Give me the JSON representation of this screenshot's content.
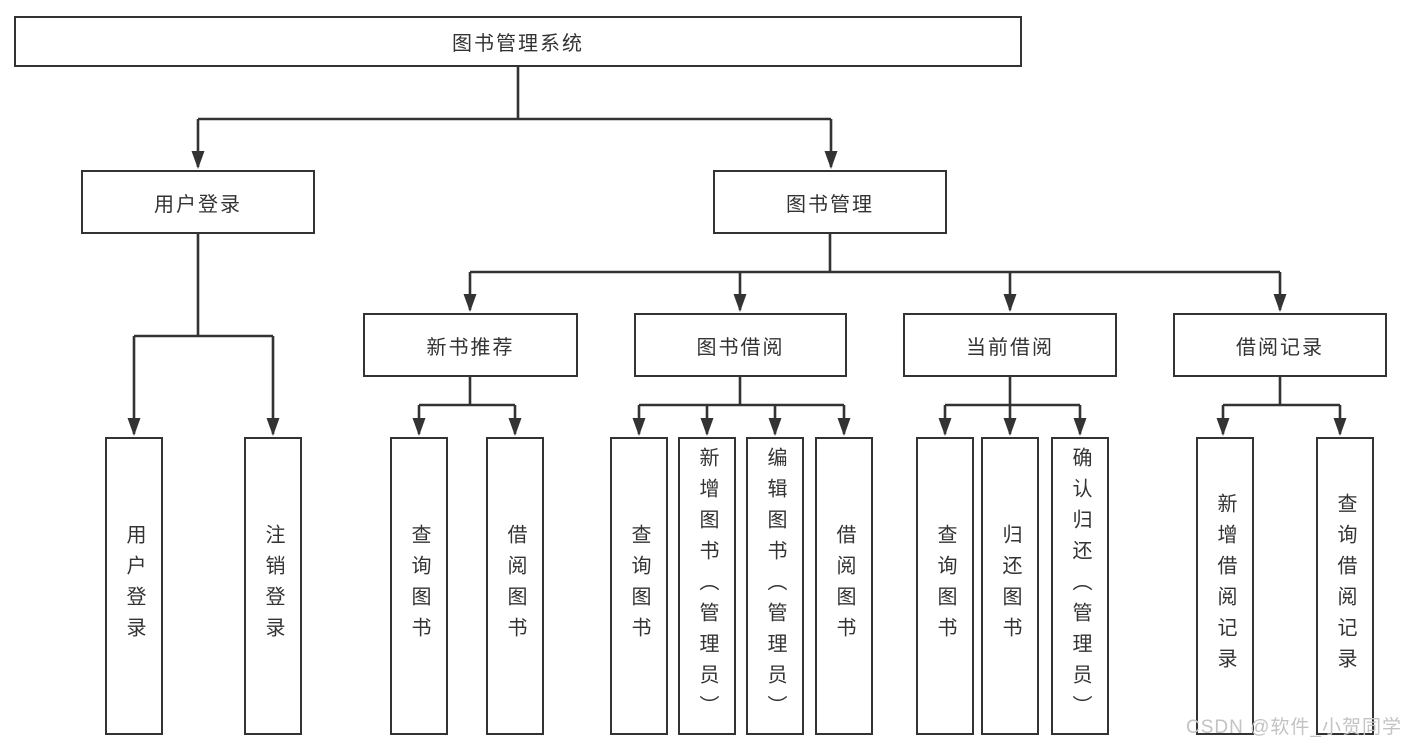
{
  "diagram": {
    "type": "hierarchy-tree",
    "tree": {
      "root": {
        "label": "图书管理系统"
      },
      "children": [
        {
          "label": "用户登录",
          "children": [
            {
              "label": "用户登录"
            },
            {
              "label": "注销登录"
            }
          ]
        },
        {
          "label": "图书管理",
          "children": [
            {
              "label": "新书推荐",
              "children": [
                {
                  "label": "查询图书"
                },
                {
                  "label": "借阅图书"
                }
              ]
            },
            {
              "label": "图书借阅",
              "children": [
                {
                  "label": "查询图书"
                },
                {
                  "label": "新增图书（管理员）"
                },
                {
                  "label": "编辑图书（管理员）"
                },
                {
                  "label": "借阅图书"
                }
              ]
            },
            {
              "label": "当前借阅",
              "children": [
                {
                  "label": "查询图书"
                },
                {
                  "label": "归还图书"
                },
                {
                  "label": "确认归还（管理员）"
                }
              ]
            },
            {
              "label": "借阅记录",
              "children": [
                {
                  "label": "新增借阅记录"
                },
                {
                  "label": "查询借阅记录"
                }
              ]
            }
          ]
        }
      ]
    }
  },
  "watermark": {
    "text": "CSDN @软件_小贺同学"
  },
  "colors": {
    "line": "#333333",
    "box_border": "#333333",
    "text": "#333333",
    "watermark": "#c3c3c3",
    "background": "#ffffff"
  }
}
